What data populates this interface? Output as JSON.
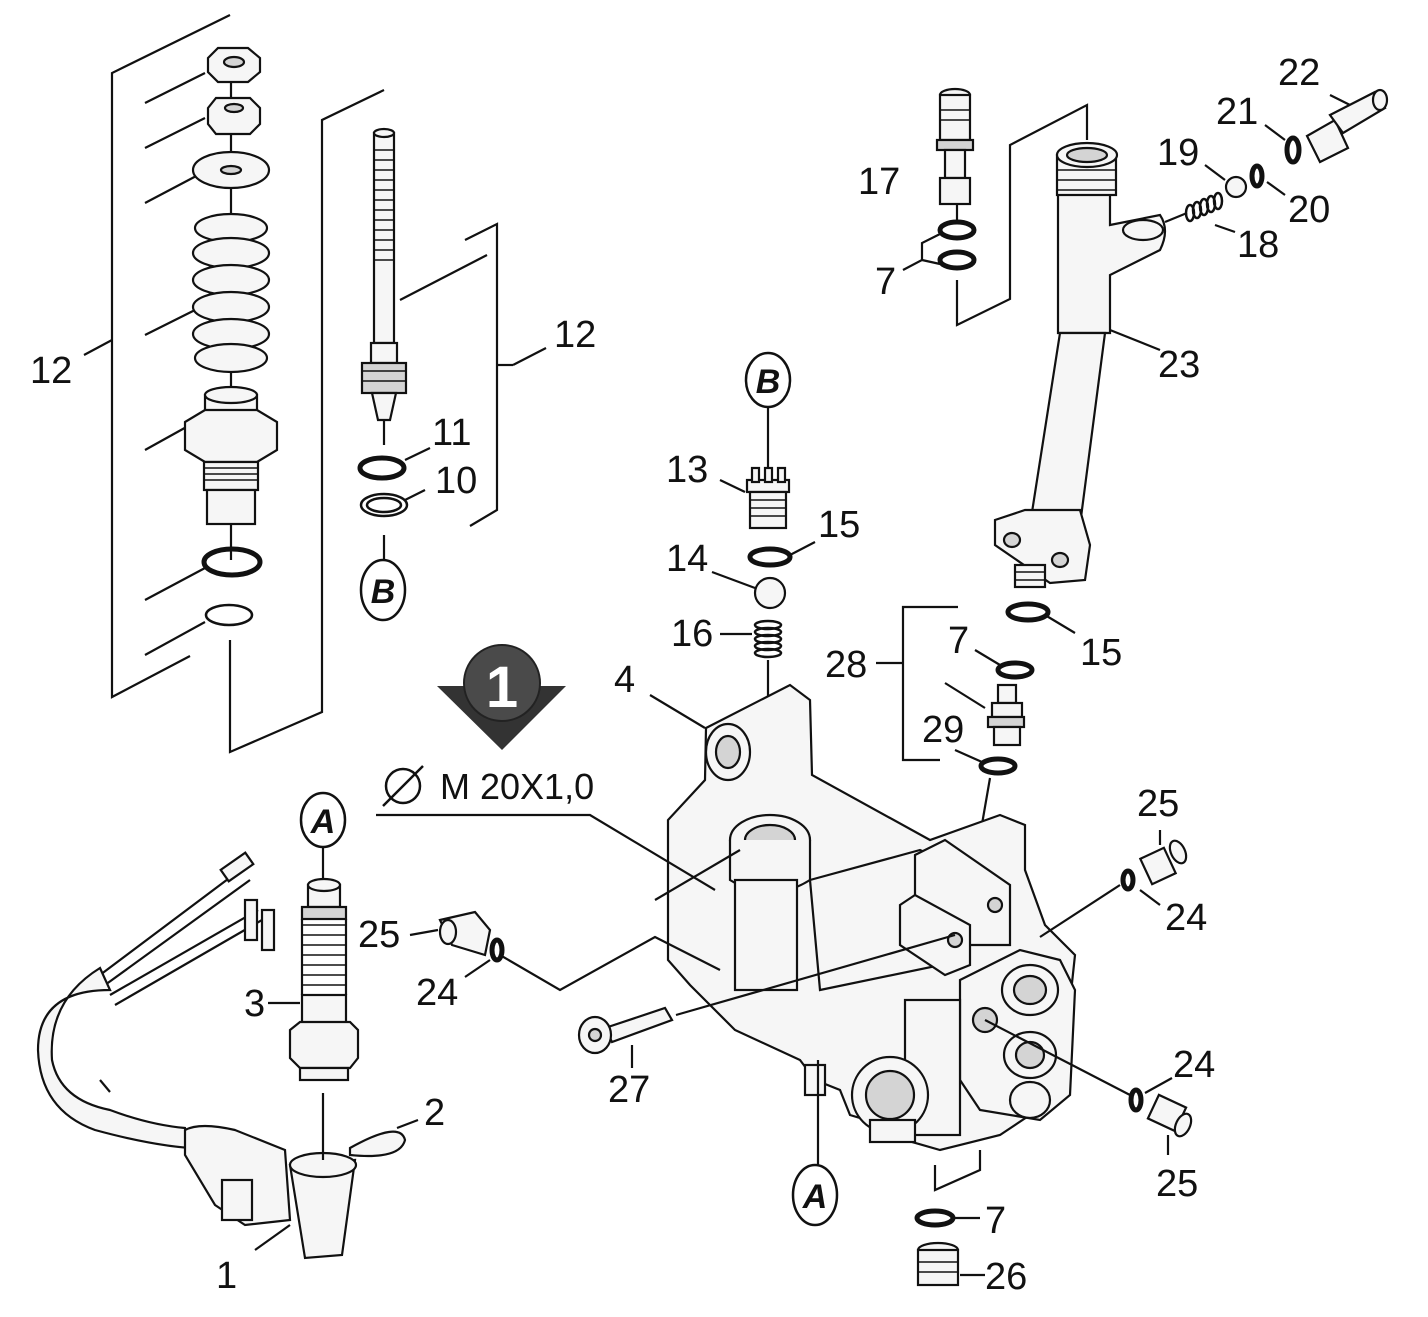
{
  "labels": {
    "n1": "1",
    "n2": "2",
    "n3": "3",
    "n4": "4",
    "n7a": "7",
    "n7b": "7",
    "n7c": "7",
    "n10": "10",
    "n11": "11",
    "n12a": "12",
    "n12b": "12",
    "n13": "13",
    "n14": "14",
    "n15a": "15",
    "n15b": "15",
    "n16": "16",
    "n17": "17",
    "n18": "18",
    "n19": "19",
    "n20": "20",
    "n21": "21",
    "n22": "22",
    "n23": "23",
    "n24a": "24",
    "n24b": "24",
    "n24c": "24",
    "n25a": "25",
    "n25b": "25",
    "n25c": "25",
    "n26": "26",
    "n27": "27",
    "n28": "28",
    "n29": "29"
  },
  "refs": {
    "a_top": "A",
    "a_bottom": "A",
    "b_top": "B",
    "b_bottom": "B"
  },
  "torque_badge": "1",
  "thread_spec": "M 20X1,0",
  "diameter_symbol": "∅"
}
